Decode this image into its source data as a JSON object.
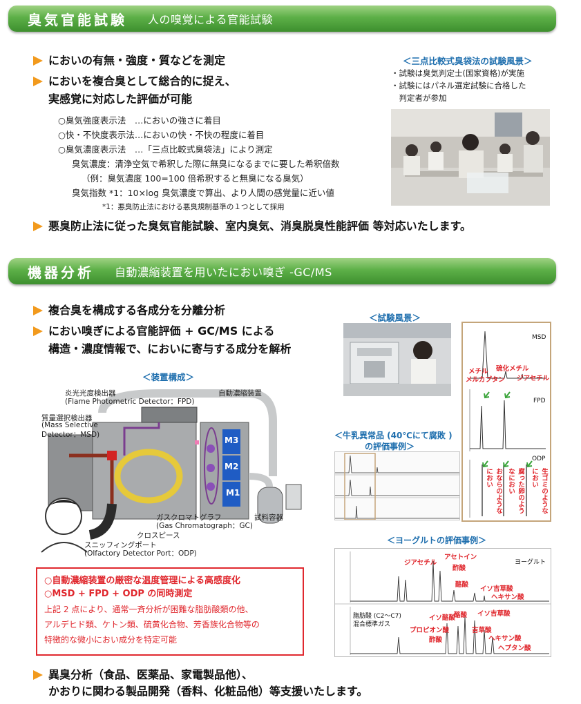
{
  "section1": {
    "title": "臭気官能試験",
    "subtitle": "人の嗅覚による官能試験",
    "bullets": [
      "においの有無・強度・質などを測定",
      "においを複合臭として総合的に捉え、",
      "実感覚に対応した評価が可能"
    ],
    "methods": [
      "○臭気強度表示法　…においの強さに着目",
      "○快・不快度表示法…においの快・不快の程度に着目",
      "○臭気濃度表示法　…「三点比較式臭袋法」により測定"
    ],
    "concentration": "臭気濃度：清浄空気で希釈した際に無臭になるまでに要した希釈倍数",
    "concentration_example": "（例：臭気濃度 100=100 倍希釈すると無臭になる臭気）",
    "index": "臭気指数 *1：10×log 臭気濃度で算出、より人間の感覚量に近い値",
    "footnote": "*1：悪臭防止法における悪臭規制基準の１つとして採用",
    "photo_caption": "＜三点比較式臭袋法の試験風景＞",
    "photo_notes": [
      "・試験は臭気判定士(国家資格)が実施",
      "・試験にはパネル選定試験に合格した",
      "　判定者が参加"
    ],
    "closing": "悪臭防止法に従った臭気官能試験、室内臭気、消臭脱臭性能評価 等対応いたします。"
  },
  "section2": {
    "title": "機器分析",
    "subtitle": "自動濃縮装置を用いたにおい嗅ぎ -GC/MS",
    "bullets": [
      "複合臭を構成する各成分を分離分析",
      "におい嗅ぎによる官能評価 + GC/MS による",
      "構造・濃度情報で、においに寄与する成分を解析"
    ],
    "device_caption": "＜装置構成＞",
    "labels": {
      "fpd": "炎光光度検出器",
      "fpd_en": "(Flame Photometric Detector：FPD)",
      "msd": "質量選択検出器",
      "msd_en1": "(Mass Selective",
      "msd_en2": "Detector：MSD)",
      "concentrator": "自動濃縮装置",
      "gc": "ガスクロマトグラフ",
      "gc_en": "(Gas Chromatograph：GC)",
      "cross": "クロスピース",
      "sniff": "スニッフィングポート",
      "sniff_en": "(Olfactory Detector Port：ODP)",
      "sample": "試料容器",
      "m3": "M3",
      "m2": "M2",
      "m1": "M1"
    },
    "redbox": {
      "line1": "○自動濃縮装置の厳密な温度管理による高感度化",
      "line2": "○MSD + FPD + ODP の同時測定",
      "body": [
        "上記 2 点により、通常一斉分析が困難な脂肪酸類の他、",
        "アルデヒド類、ケトン類、硫黄化合物、芳香族化合物等の",
        "特徴的な微小におい成分を特定可能"
      ]
    },
    "test_caption": "＜試験風景＞",
    "milk_caption1": "＜牛乳異常品 (40℃にて腐敗 )",
    "milk_caption2": "の評価事例＞",
    "chrom": {
      "msd": "MSD",
      "fpd": "FPD",
      "odp": "ODP",
      "methyl": "メチル",
      "mercaptan": "メルカプタン",
      "dms": "硫化メチル",
      "acetyl": "ジアセチル",
      "odor1": "おならのようなにおい",
      "odor2": "腐った卵のようなにおい",
      "odor3": "生ゴミのようなにおい"
    },
    "yogurt_caption": "＜ヨーグルトの評価事例＞",
    "yogurt": {
      "name": "ヨーグルト",
      "acetyl": "ジアセチル",
      "acetoin": "アセトイン",
      "acetic": "酢酸",
      "butyric": "酪酸",
      "isovaleric": "イソ吉草酸",
      "hexanoic": "ヘキサン酸",
      "std1": "脂肪酸 (C2～C7)",
      "std2": "混合標準ガス",
      "isobutyric": "イソ酪酸",
      "propionic": "プロピオン酸",
      "butyric2": "酪酸",
      "acetic2": "酢酸",
      "isovaleric2": "イソ吉草酸",
      "valeric": "吉草酸",
      "hexanoic2": "ヘキサン酸",
      "heptanoic": "ヘプタン酸"
    },
    "closing1": "異臭分析（食品、医薬品、家電製品他）、",
    "closing2": "かおりに関わる製品開発（香料、化粧品他）等支援いたします。"
  }
}
